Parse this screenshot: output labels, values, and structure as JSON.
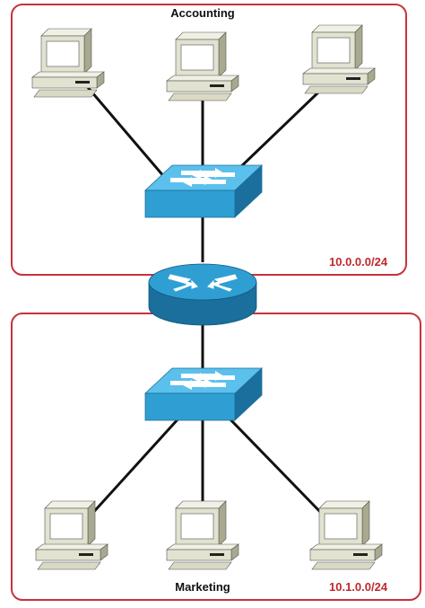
{
  "zones": {
    "accounting": {
      "label": "Accounting",
      "subnet": "10.0.0.0/24"
    },
    "marketing": {
      "label": "Marketing",
      "subnet": "10.1.0.0/24"
    }
  },
  "devices": {
    "router": "router-icon",
    "switches": [
      "switch-icon",
      "switch-icon"
    ],
    "workstations": [
      "pc-icon",
      "pc-icon",
      "pc-icon",
      "pc-icon",
      "pc-icon",
      "pc-icon"
    ]
  },
  "colors": {
    "zone_border": "#c8323a",
    "subnet_text": "#c0282e",
    "device_blue": "#2f9fd3",
    "device_blue_dark": "#1a6f9c",
    "device_blue_light": "#5cc0ec",
    "cable": "#111111",
    "pc_body": "#e2e2d0",
    "pc_shade": "#a9a98f",
    "pc_screen": "#ffffff"
  }
}
